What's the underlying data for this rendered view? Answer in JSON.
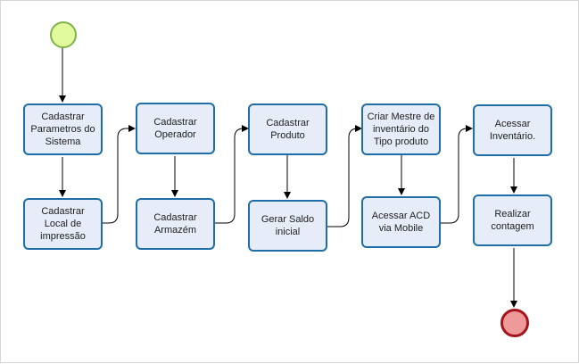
{
  "diagram": {
    "start_event": {
      "label": ""
    },
    "end_event": {
      "label": ""
    },
    "tasks": [
      {
        "id": "cadastrar-parametros",
        "lines": [
          "Cadastrar",
          "Parametros do",
          "Sistema"
        ]
      },
      {
        "id": "cadastrar-local",
        "lines": [
          "Cadastrar",
          "Local de",
          "impressão"
        ]
      },
      {
        "id": "cadastrar-operador",
        "lines": [
          "Cadastrar",
          "Operador"
        ]
      },
      {
        "id": "cadastrar-armazem",
        "lines": [
          "Cadastrar",
          "Armazém"
        ]
      },
      {
        "id": "cadastrar-produto",
        "lines": [
          "Cadastrar",
          "Produto"
        ]
      },
      {
        "id": "gerar-saldo",
        "lines": [
          "Gerar Saldo",
          "inicial"
        ]
      },
      {
        "id": "criar-mestre",
        "lines": [
          "Criar Mestre de",
          "inventário  do",
          "Tipo produto"
        ]
      },
      {
        "id": "acessar-acd",
        "lines": [
          "Acessar ACD",
          "via Mobile"
        ]
      },
      {
        "id": "acessar-inventario",
        "lines": [
          "Acessar",
          "Inventário."
        ]
      },
      {
        "id": "realizar-contagem",
        "lines": [
          "Realizar",
          "contagem"
        ]
      }
    ],
    "flow_order": [
      "start",
      "cadastrar-parametros",
      "cadastrar-local",
      "cadastrar-operador",
      "cadastrar-armazem",
      "cadastrar-produto",
      "gerar-saldo",
      "criar-mestre",
      "acessar-acd",
      "acessar-inventario",
      "realizar-contagem",
      "end"
    ],
    "colors": {
      "task_fill": "#e6ecf8",
      "task_border": "#1f6ea8",
      "start_fill": "#e1fb9c",
      "start_border": "#7fb24a",
      "end_fill": "#ef9a9a",
      "end_border": "#a3141c",
      "connector": "#000000"
    }
  }
}
